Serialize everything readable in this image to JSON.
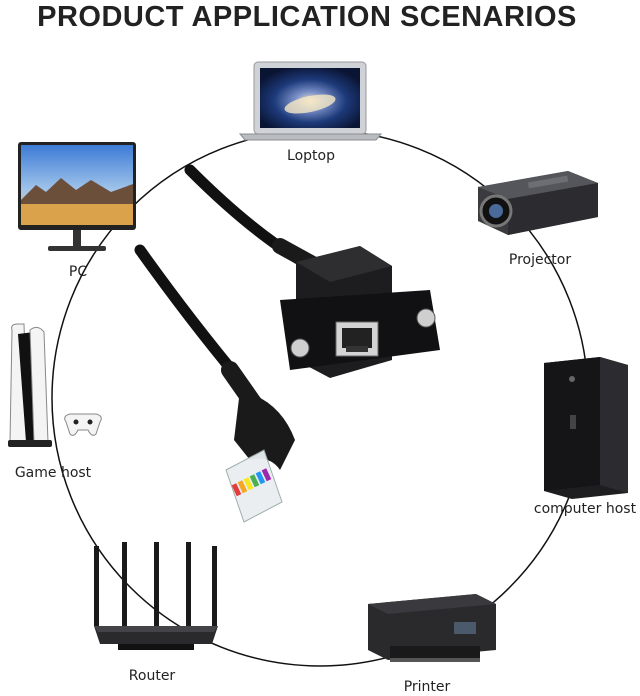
{
  "title": "PRODUCT APPLICATION SCENARIOS",
  "devices": {
    "laptop": "Loptop",
    "pc": "PC",
    "projector": "Projector",
    "game_host": "Game host",
    "computer_host": "computer host",
    "router": "Router",
    "printer": "Printer"
  }
}
